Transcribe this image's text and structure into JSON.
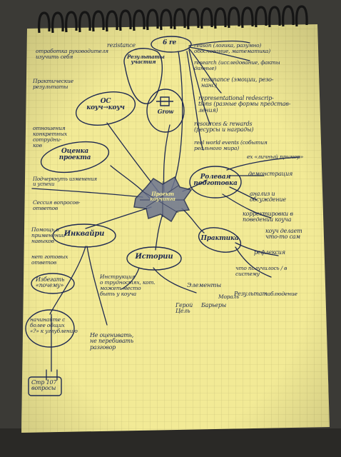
{
  "photo": {
    "paper_color": "#f2ea96",
    "ink_color": "#1f2a52",
    "table_color": "#3b3a36",
    "binding": "spiral-rings"
  },
  "map": {
    "center": "Проект\nкоучинга",
    "nodes": [
      {
        "key": "ic",
        "text": "ОС\nкоуч→коуч"
      },
      {
        "key": "ge",
        "text": "Оценка\nпроекта"
      },
      {
        "key": "re",
        "text": "Результаты\nучастия"
      },
      {
        "key": "gs",
        "text": "Grow"
      },
      {
        "key": "rp",
        "text": "Ролевая\nподготовка"
      },
      {
        "key": "pr",
        "text": "Практика"
      },
      {
        "key": "it",
        "text": "Истории"
      },
      {
        "key": "iq",
        "text": "Инквайри"
      }
    ],
    "notes": [
      {
        "key": "n01",
        "text": "rezistance"
      },
      {
        "key": "n02",
        "text": "reason (логика, разумно)\nобоснование, математика)"
      },
      {
        "key": "n03",
        "text": "research (исследование, факты\nданные)"
      },
      {
        "key": "n04",
        "text": "resonance (эмоции, резо-\nнанс)"
      },
      {
        "key": "n05",
        "text": "representational redescrip-\ntions (разные формы представ-\nления)"
      },
      {
        "key": "n06",
        "text": "resources & rewards\n(ресурсы и награды)"
      },
      {
        "key": "n07",
        "text": "real world events (события\nреального мира)"
      },
      {
        "key": "n08",
        "text": "отработка руководителя\nизучить себя"
      },
      {
        "key": "n09",
        "text": "Практические\nрезультаты"
      },
      {
        "key": "n10",
        "text": "отношения\nконкретных\nсотрудни-\nков"
      },
      {
        "key": "n11",
        "text": "Подчеркнуть изменения\nи успехи"
      },
      {
        "key": "n12",
        "text": "Сессия вопросов-\nответов"
      },
      {
        "key": "n13",
        "text": "Помощь в\nприменении\nнавыков"
      },
      {
        "key": "n14",
        "text": "нет готовых\nответов"
      },
      {
        "key": "n15",
        "text": "Избегать\n«почему»"
      },
      {
        "key": "n16",
        "text": "начинайте с\nболее общих\n«?» к углублению"
      },
      {
        "key": "n17",
        "text": "Стр 107\nвопросы"
      },
      {
        "key": "n18",
        "text": "ex «личный пример»"
      },
      {
        "key": "n19",
        "text": "демонстрация"
      },
      {
        "key": "n20",
        "text": "анализ и\nобсуждение"
      },
      {
        "key": "n21",
        "text": "корректировки в\nповедении коуча"
      },
      {
        "key": "n22",
        "text": "коуч делает\nчто-то сам"
      },
      {
        "key": "n23",
        "text": "рефлексия"
      },
      {
        "key": "n24",
        "text": "что получилось / в\nсистему"
      },
      {
        "key": "n25",
        "text": "наблюдение"
      },
      {
        "key": "n26",
        "text": "Инструкция\nо трудностях, кот.\nможет место\nбыть у коуча"
      },
      {
        "key": "n27",
        "text": "Элементы"
      },
      {
        "key": "n28",
        "text": "Герой\nЦель"
      },
      {
        "key": "n29",
        "text": "Барьеры"
      },
      {
        "key": "n30",
        "text": "Результат"
      },
      {
        "key": "n31",
        "text": "Мораль"
      },
      {
        "key": "n32",
        "text": "Не оценивать,\nне перебивать\nразговор"
      },
      {
        "key": "n33",
        "text": "6 re"
      }
    ]
  }
}
